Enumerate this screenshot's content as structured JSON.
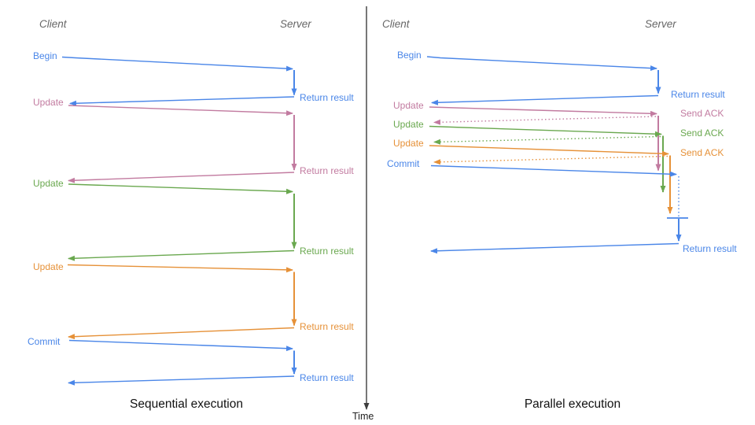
{
  "colors": {
    "blue": "#4a86e8",
    "pink": "#c27ba0",
    "green": "#6aa84f",
    "orange": "#e69138",
    "header_gray": "#666666",
    "axis_black": "#3d3d3d"
  },
  "time_axis": {
    "label": "Time"
  },
  "left": {
    "client_label": "Client",
    "server_label": "Server",
    "title": "Sequential execution",
    "messages": [
      {
        "request": "Begin",
        "response": "Return result",
        "color": "blue"
      },
      {
        "request": "Update",
        "response": "Return result",
        "color": "pink"
      },
      {
        "request": "Update",
        "response": "Return result",
        "color": "green"
      },
      {
        "request": "Update",
        "response": "Return result",
        "color": "orange"
      },
      {
        "request": "Commit",
        "response": "Return result",
        "color": "blue"
      }
    ]
  },
  "right": {
    "client_label": "Client",
    "server_label": "Server",
    "title": "Parallel execution",
    "messages": [
      {
        "request": "Begin",
        "response": "Return result",
        "color": "blue"
      },
      {
        "request": "Update",
        "response": "Send ACK",
        "color": "pink"
      },
      {
        "request": "Update",
        "response": "Send ACK",
        "color": "green"
      },
      {
        "request": "Update",
        "response": "Send ACK",
        "color": "orange"
      },
      {
        "request": "Commit",
        "response": "Return result",
        "color": "blue"
      }
    ]
  }
}
